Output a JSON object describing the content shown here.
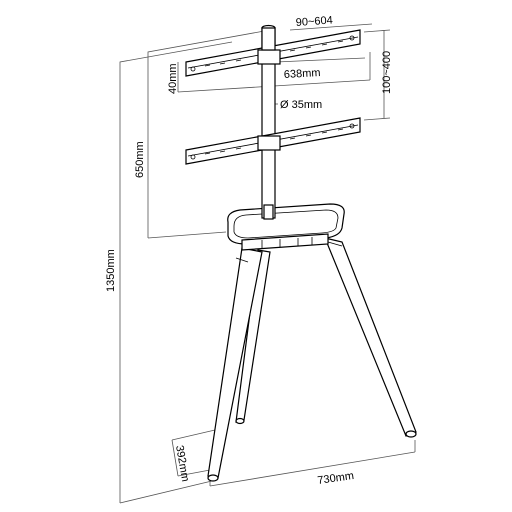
{
  "diagram": {
    "labels": {
      "vesa_width": "90~604",
      "bracket_width": "638mm",
      "bracket_height": "40mm",
      "vesa_height": "100~400",
      "pole_diameter": "Ø 35mm",
      "shelf_height": "650mm",
      "total_height": "1350mm",
      "base_depth": "392mm",
      "base_width": "730mm"
    }
  }
}
